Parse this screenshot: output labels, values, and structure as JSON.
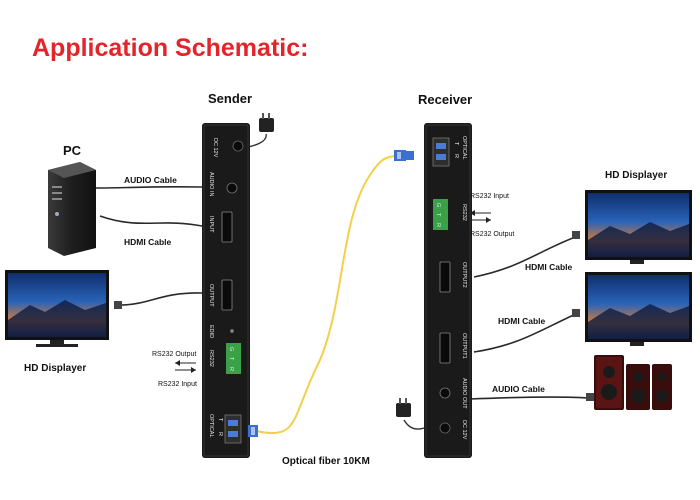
{
  "title": "Application Schematic:",
  "colors": {
    "title": "#e4242b",
    "device": "#1a1a1a",
    "fiber": "#f2d04a",
    "cable": "#2a2a2a",
    "terminal": "#3aa148"
  },
  "sender": {
    "label": "Sender",
    "ports": {
      "dc": "DC 12V",
      "audio_in": "AUDIO IN",
      "input": "INPUT",
      "output": "OUTPUT",
      "edid": "EDID",
      "rs232": "RS232",
      "optical": "OPTICAL",
      "terminal_pins": [
        "G",
        "T",
        "R"
      ],
      "optical_pins": [
        "T",
        "R"
      ]
    },
    "rs232_out": "RS232 Output",
    "rs232_in": "RS232 Input"
  },
  "receiver": {
    "label": "Receiver",
    "ports": {
      "optical": "OPTICAL",
      "rs232": "RS232",
      "output2": "OUTPUT2",
      "output1": "OUTPUT1",
      "audio_out": "AUDIO OUT",
      "dc": "DC 12V",
      "terminal_pins": [
        "G",
        "T",
        "R"
      ],
      "optical_pins": [
        "T",
        "R"
      ]
    },
    "rs232_in": "RS232 Input",
    "rs232_out": "RS232 Output"
  },
  "pc": {
    "label": "PC"
  },
  "hd_displayer_left": {
    "label": "HD Displayer"
  },
  "hd_displayer_right": {
    "label": "HD Displayer"
  },
  "cables": {
    "audio_left": "AUDIO Cable",
    "hdmi_left": "HDMI Cable",
    "hdmi_right_top": "HDMI Cable",
    "hdmi_right_bottom": "HDMI Cable",
    "audio_right": "AUDIO Cable",
    "fiber": "Optical fiber 10KM"
  },
  "icons": [
    "power-adapter-icon",
    "pc-tower-icon",
    "tv-icon",
    "speaker-icon",
    "fiber-connector-icon",
    "hdmi-plug-icon"
  ]
}
